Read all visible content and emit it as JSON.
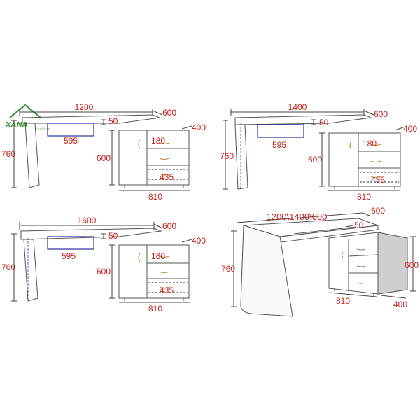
{
  "logo": {
    "name": "XANA",
    "tagline": "furniture",
    "color": "#3f9a3a"
  },
  "colors": {
    "dimension_text": "#c8231d",
    "dimension_line": "#444444",
    "furniture_line": "#555555",
    "drawer_highlight": "#2b2fa0",
    "reference_line": "#6a5acd"
  },
  "diagrams": [
    {
      "desk_length": "1200",
      "top_depth": "600",
      "cabinet_depth": "400",
      "top_thickness": "50",
      "drawer_width": "595",
      "height": "760",
      "cabinet_height": "600",
      "drawer_height": "180",
      "cabinet_inner_width": "435",
      "cabinet_width": "810"
    },
    {
      "desk_length": "1400",
      "top_depth": "600",
      "cabinet_depth": "400",
      "top_thickness": "50",
      "drawer_width": "595",
      "height": "760",
      "cabinet_height": "600",
      "drawer_height": "180",
      "cabinet_inner_width": "435",
      "cabinet_width": "810"
    },
    {
      "desk_length": "1600",
      "top_depth": "600",
      "cabinet_depth": "400",
      "top_thickness": "50",
      "drawer_width": "595",
      "height": "760",
      "cabinet_height": "600",
      "drawer_height": "180",
      "cabinet_inner_width": "435",
      "cabinet_width": "810"
    }
  ],
  "assembled": {
    "length_options": "1200\\1400\\600",
    "top_depth": "600",
    "top_thickness": "50",
    "height": "760",
    "cabinet_height": "600",
    "cabinet_width": "810",
    "cabinet_depth": "400"
  }
}
